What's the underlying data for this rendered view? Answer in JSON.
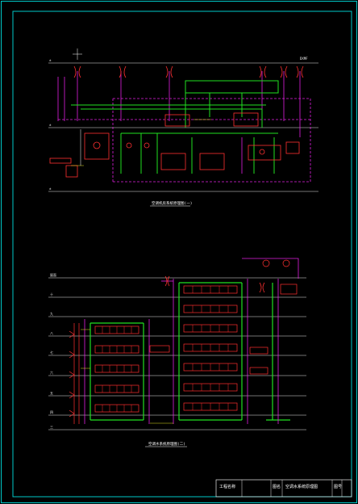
{
  "colors": {
    "background": "#000000",
    "frame": "#00c8c8",
    "level_line": "#e8e8e8",
    "supply_pipe": "#20e020",
    "return_pipe": "#e020e0",
    "equipment": "#ff3030",
    "text": "#ffffff",
    "accent_yellow": "#e0e020"
  },
  "diagram1": {
    "caption": "空调机房系统原理图(一)",
    "level_labels": [
      "±",
      "±",
      "±"
    ],
    "tag_right": "DXMF"
  },
  "diagram2": {
    "caption": "空调水系统原理图(二)",
    "floor_labels": [
      "屋面",
      "十",
      "九",
      "八",
      "七",
      "六",
      "五",
      "四",
      "三"
    ]
  },
  "title_block": {
    "project_label": "工程名称",
    "drawing_label": "图名",
    "drawing_name": "空调水系统原理图",
    "number_label": "图号"
  }
}
